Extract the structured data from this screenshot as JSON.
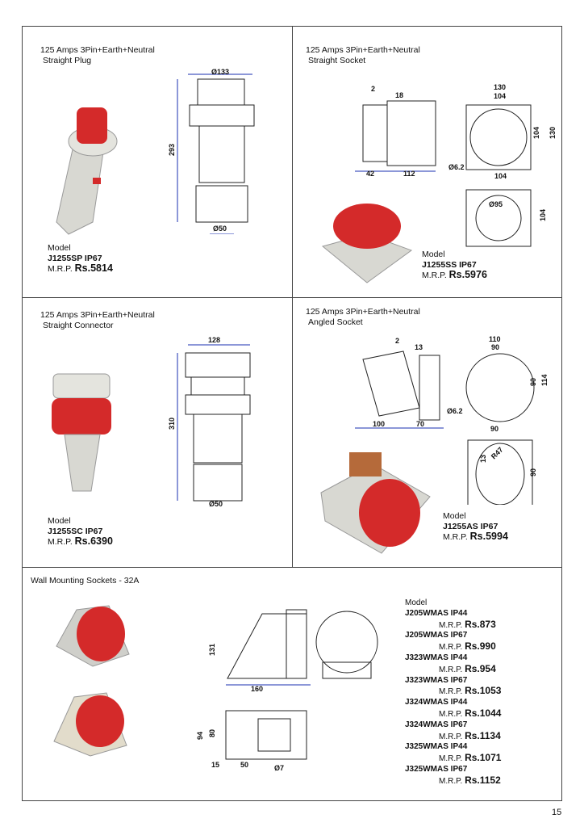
{
  "cells": [
    {
      "title1": "125 Amps 3Pin+Earth+Neutral",
      "title2": "Straight Plug",
      "model_label": "Model",
      "model": "J1255SP  IP67",
      "mrp_label": "M.R.P.",
      "price": "Rs.5814",
      "dims": [
        "Ø133",
        "293",
        "Ø50"
      ]
    },
    {
      "title1": "125 Amps 3Pin+Earth+Neutral",
      "title2": "Straight Socket",
      "model_label": "Model",
      "model": "J1255SS  IP67",
      "mrp_label": "M.R.P.",
      "price": "Rs.5976",
      "dims": [
        "2",
        "18",
        "42",
        "112",
        "130",
        "104",
        "104",
        "130",
        "Ø6.2",
        "104",
        "Ø95",
        "104"
      ]
    },
    {
      "title1": "125 Amps 3Pin+Earth+Neutral",
      "title2": "Straight Connector",
      "model_label": "Model",
      "model": "J1255SC  IP67",
      "mrp_label": "M.R.P.",
      "price": "Rs.6390",
      "dims": [
        "128",
        "310",
        "Ø50"
      ]
    },
    {
      "title1": "125 Amps 3Pin+Earth+Neutral",
      "title2": "Angled Socket",
      "model_label": "Model",
      "model": "J1255AS  IP67",
      "mrp_label": "M.R.P.",
      "price": "Rs.5994",
      "dims": [
        "2",
        "13",
        "100",
        "70",
        "110",
        "90",
        "90",
        "114",
        "Ø6.2",
        "90",
        "13",
        "R47",
        "90"
      ]
    }
  ],
  "wall": {
    "title": "Wall Mounting Sockets - 32A",
    "model_label": "Model",
    "mrp_label": "M.R.P.",
    "dims": [
      "131",
      "160",
      "94",
      "80",
      "15",
      "50",
      "Ø7"
    ],
    "items": [
      {
        "model": "J205WMAS  IP44",
        "price": "Rs.873"
      },
      {
        "model": "J205WMAS IP67",
        "price": "Rs.990"
      },
      {
        "model": "J323WMAS IP44",
        "price": "Rs.954"
      },
      {
        "model": "J323WMAS IP67",
        "price": "Rs.1053"
      },
      {
        "model": "J324WMAS IP44",
        "price": "Rs.1044"
      },
      {
        "model": "J324WMAS IP67",
        "price": "Rs.1134"
      },
      {
        "model": "J325WMAS IP44",
        "price": "Rs.1071"
      },
      {
        "model": "J325WMAS IP67",
        "price": "Rs.1152"
      }
    ]
  },
  "page_number": "15",
  "colors": {
    "red": "#d42a2a",
    "grey": "#d8d8d2",
    "dim": "#1a2fb0"
  }
}
